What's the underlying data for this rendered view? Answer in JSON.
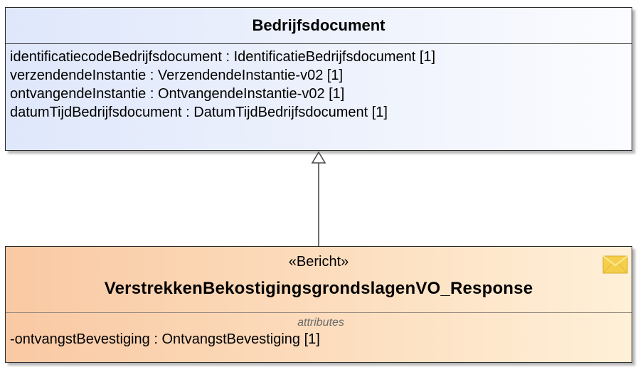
{
  "parent_class": {
    "name": "Bedrijfsdocument",
    "attributes": [
      {
        "name": "identificatiecodeBedrijfsdocument",
        "type": "IdentificatieBedrijfsdocument [1]"
      },
      {
        "name": "verzendendeInstantie",
        "type": "VerzendendeInstantie-v02 [1]"
      },
      {
        "name": "ontvangendeInstantie",
        "type": "OntvangendeInstantie-v02 [1]"
      },
      {
        "name": "datumTijdBedrijfsdocument",
        "type": "DatumTijdBedrijfsdocument [1]"
      }
    ]
  },
  "child_class": {
    "stereotype": "«Bericht»",
    "name": "VerstrekkenBekostigingsgrondslagenVO_Response",
    "compartment_label": "attributes",
    "icon": "envelope-icon",
    "attributes": [
      {
        "name": "-ontvangstBevestiging",
        "type": "OntvangstBevestiging [1]"
      }
    ]
  },
  "relationship": {
    "kind": "generalization",
    "from": "VerstrekkenBekostigingsgrondslagenVO_Response",
    "to": "Bedrijfsdocument"
  },
  "colors": {
    "parent_fill": "#e6ecfb",
    "child_fill": "#fcdcbc",
    "envelope": "#f6cf4a",
    "line": "#4a4a4a"
  }
}
